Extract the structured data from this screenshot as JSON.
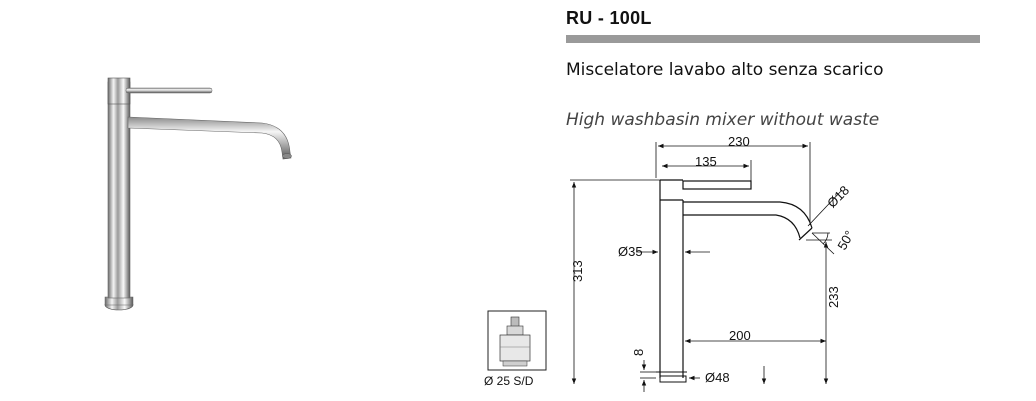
{
  "product": {
    "code": "RU - 100L",
    "name_it": "Miscelatore lavabo alto senza scarico",
    "name_en": "High washbasin mixer without waste"
  },
  "dimensions": {
    "overall_width": "230",
    "lever_reach": "135",
    "spout_diameter": "Ø18",
    "spout_angle": "50°",
    "body_diameter": "Ø35",
    "total_height": "313",
    "spout_height": "233",
    "spout_reach": "200",
    "base_thickness": "8",
    "base_diameter": "Ø48"
  },
  "cartridge": {
    "label": "Ø 25 S/D"
  }
}
